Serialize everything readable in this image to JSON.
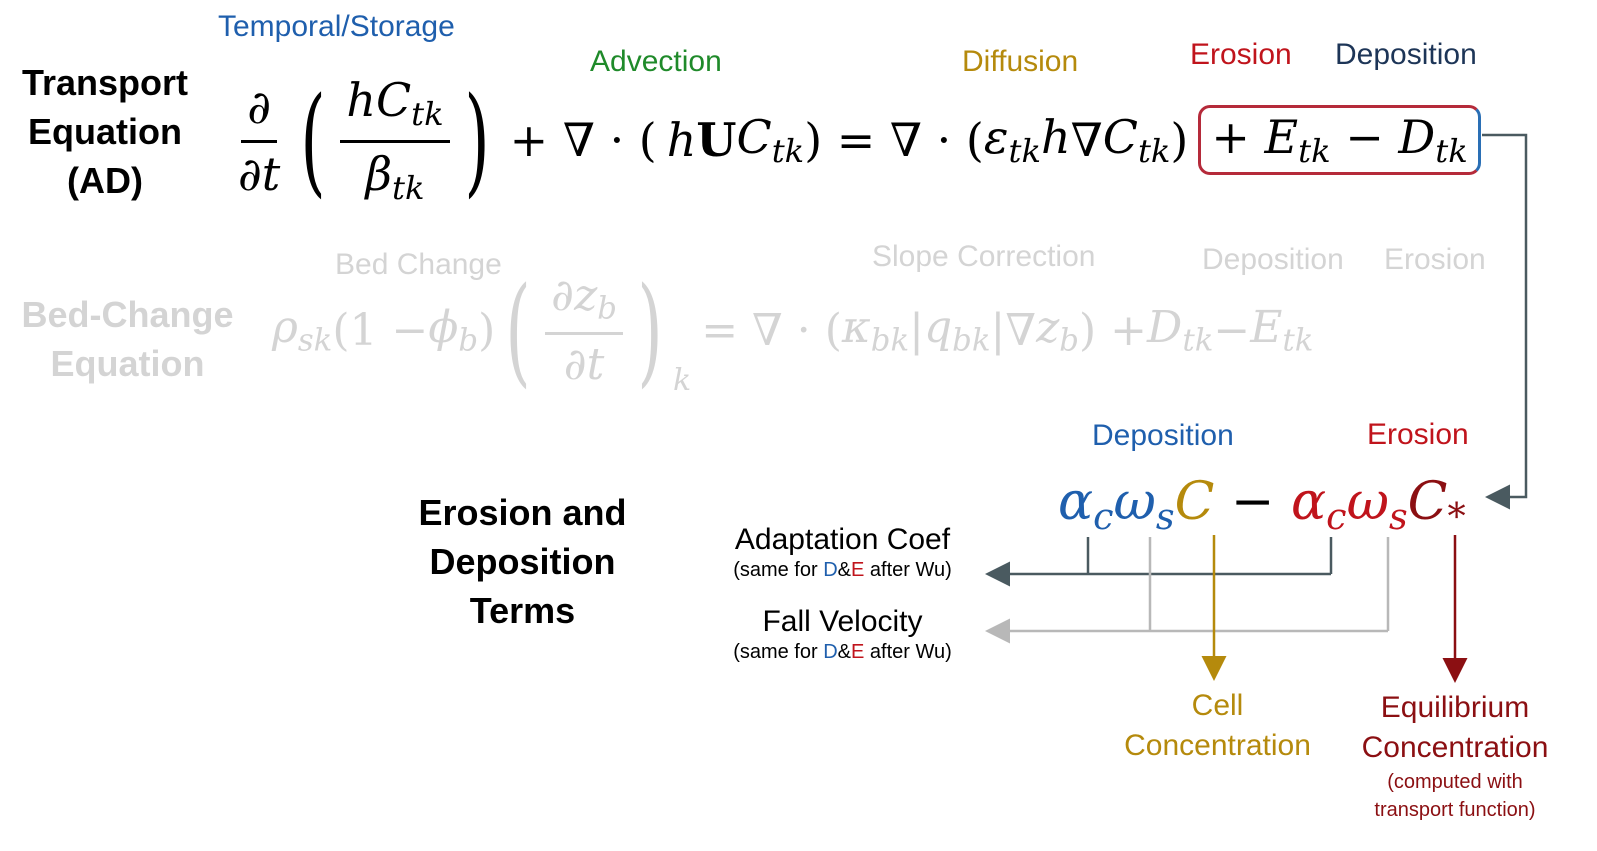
{
  "transport": {
    "heading": [
      "Transport",
      "Equation",
      "(AD)"
    ],
    "labels": {
      "temporal": "Temporal/Storage",
      "advection": "Advection",
      "diffusion": "Diffusion",
      "erosion": "Erosion",
      "deposition": "Deposition"
    }
  },
  "bed_change": {
    "heading": [
      "Bed-Change",
      "Equation"
    ],
    "labels": {
      "bed_change": "Bed Change",
      "slope": "Slope Correction",
      "deposition": "Deposition",
      "erosion": "Erosion"
    }
  },
  "erosion_deposition": {
    "heading": [
      "Erosion and",
      "Deposition",
      "Terms"
    ],
    "labels": {
      "deposition": "Deposition",
      "erosion": "Erosion"
    },
    "adaptation": {
      "title": "Adaptation Coef",
      "note_pre": "(same for ",
      "note_d": "D",
      "note_amp": "&",
      "note_e": "E",
      "note_post": " after Wu)"
    },
    "fall": {
      "title": "Fall Velocity",
      "note_pre": "(same for ",
      "note_d": "D",
      "note_amp": "&",
      "note_e": "E",
      "note_post": " after Wu)"
    },
    "cell": [
      "Cell",
      "Concentration"
    ],
    "equilibrium": [
      "Equilibrium",
      "Concentration",
      "(computed with",
      "transport function)"
    ]
  },
  "colors": {
    "blue": "#1f5fad",
    "green": "#1f8a2a",
    "gold": "#b58a0c",
    "red": "#c0141c",
    "dark_red": "#8b0f12",
    "navy": "#1d3557",
    "faint": "#d4d4d4",
    "arrow_gray": "#4a5a60",
    "light_gray": "#b8b8b8"
  }
}
